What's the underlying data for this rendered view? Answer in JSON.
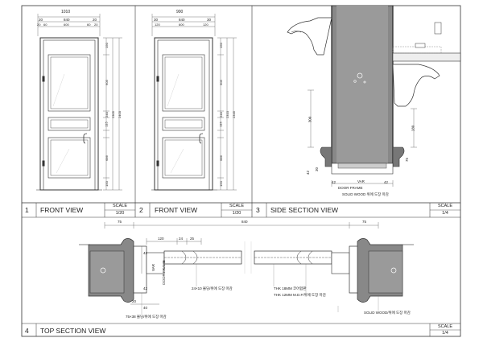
{
  "panels": [
    {
      "number": "1",
      "title": "FRONT VIEW",
      "scale_label": "SCALE",
      "scale_value": "1/20"
    },
    {
      "number": "2",
      "title": "FRONT VIEW",
      "scale_label": "SCALE",
      "scale_value": "1/20"
    },
    {
      "number": "3",
      "title": "SIDE SECTION VIEW",
      "scale_label": "SCALE",
      "scale_value": "1/4"
    },
    {
      "number": "4",
      "title": "TOP SECTION VIEW",
      "scale_label": "SCALE",
      "scale_value": "1/4"
    }
  ],
  "front1": {
    "width_total": "1010",
    "width_parts": [
      "20",
      "840",
      "20"
    ],
    "width_sub": [
      "20",
      "60",
      "600",
      "60",
      "20"
    ],
    "heights": [
      "150",
      "605",
      "240",
      "115",
      "686",
      "150"
    ],
    "height_sub": [
      "2305"
    ],
    "height_total": "2400"
  },
  "front2": {
    "width_total": "900",
    "width_parts": [
      "30",
      "840",
      "30"
    ],
    "width_sub": [
      "120",
      "600",
      "120"
    ],
    "heights": [
      "150",
      "605",
      "240",
      "115",
      "686",
      "150"
    ],
    "height_sub": [
      "2310"
    ],
    "height_total": "2345"
  },
  "side": {
    "dims": [
      "300",
      "180",
      "75",
      "42",
      "42",
      "42",
      "30"
    ],
    "labels": [
      "VAR",
      "DOOR FRAME",
      "SOLID WOOD 위에 도장 마감"
    ]
  },
  "top": {
    "dims_top": [
      "75",
      "840",
      "75",
      "120",
      "24",
      "25"
    ],
    "dims_side": [
      "42",
      "42",
      "20",
      "40"
    ],
    "labels": [
      "VAR",
      "DOOR FRAME",
      "24×10 몰딩/위에 도장 마감",
      "THK 18MM 코어합판",
      "THK 12MM M.D.F/위에 도장 마감",
      "75×38 몰딩/위에 도장 마감",
      "SOLID WOOD/위에 도장 마감"
    ]
  }
}
